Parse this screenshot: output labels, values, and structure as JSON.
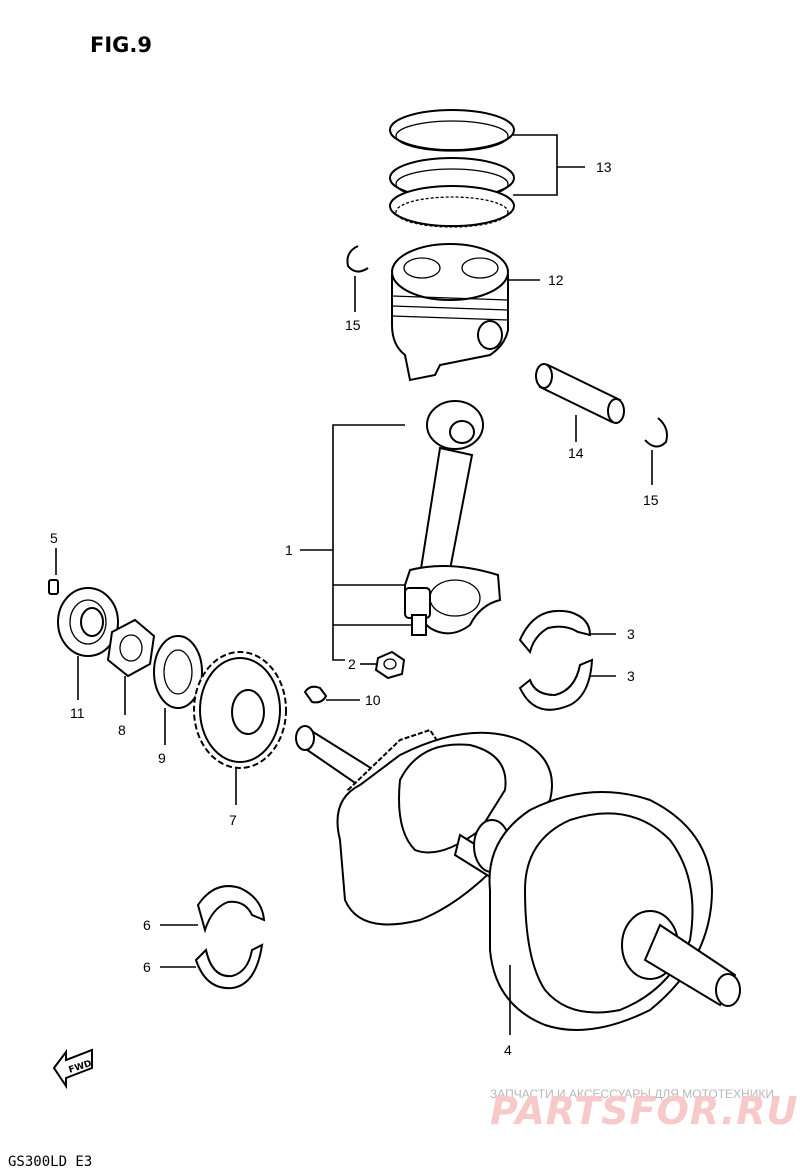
{
  "figure": {
    "title": "FIG.9",
    "model_code": "GS300LD  E3"
  },
  "fwd_arrow": {
    "label": "FWD"
  },
  "callouts": [
    {
      "num": "1"
    },
    {
      "num": "2"
    },
    {
      "num": "3"
    },
    {
      "num": "3"
    },
    {
      "num": "4"
    },
    {
      "num": "5"
    },
    {
      "num": "6"
    },
    {
      "num": "6"
    },
    {
      "num": "7"
    },
    {
      "num": "8"
    },
    {
      "num": "9"
    },
    {
      "num": "10"
    },
    {
      "num": "11"
    },
    {
      "num": "12"
    },
    {
      "num": "13"
    },
    {
      "num": "14"
    },
    {
      "num": "15"
    },
    {
      "num": "15"
    }
  ],
  "watermark": {
    "caption": "ЗАПЧАСТИ И АКСЕССУАРЫ ДЛЯ МОТОТЕХНИКИ",
    "logo": "PARTSFOR.RU",
    "color": "#e03030"
  }
}
